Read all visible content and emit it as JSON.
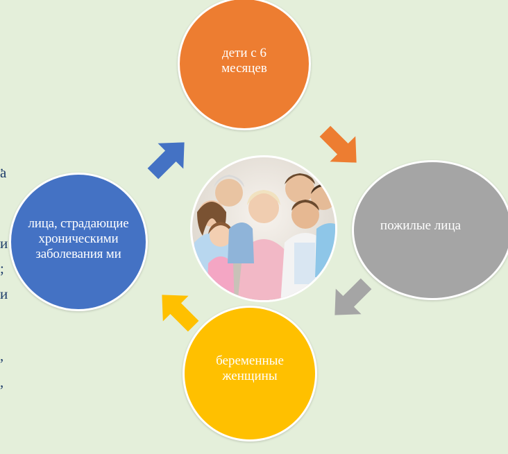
{
  "colors": {
    "background": "#e4efda",
    "top": "#ed7d31",
    "right": "#a5a5a5",
    "bottom": "#ffc000",
    "left": "#4472c4",
    "edge_text": "#1f3d6b"
  },
  "center": {
    "image": "family-photo"
  },
  "nodes": {
    "top": {
      "label": "дети с 6 месяцев"
    },
    "right": {
      "label": "пожилые лица"
    },
    "bottom": {
      "label": "беременные женщины"
    },
    "left": {
      "label": "лица, страдающие хроническими заболевания ми"
    }
  },
  "edge_text": {
    "marks": [
      ".",
      "а",
      "и",
      ";",
      "и",
      ",",
      ","
    ]
  }
}
